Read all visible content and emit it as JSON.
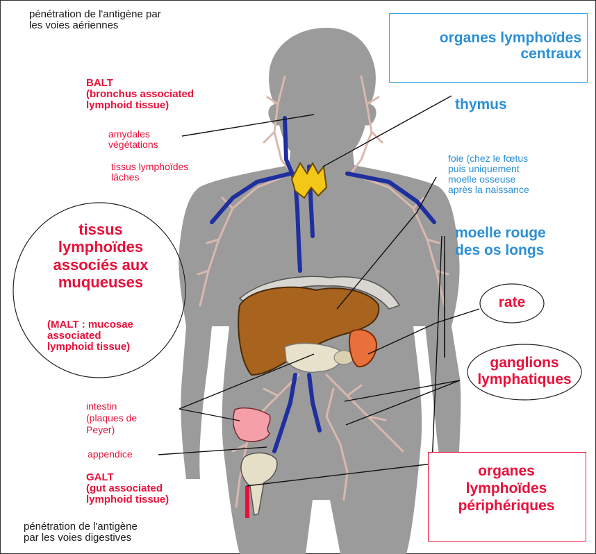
{
  "entry_airways": "pénétration de l'antigène par\nles voies aériennes",
  "entry_digestive": "pénétration de l'antigène\npar les voies digestives",
  "central_box": "organes lymphoïdes\ncentraux",
  "peripheral_box": "organes\nlymphoïdes\npériphériques",
  "balt": "BALT\n(bronchus associated\nlymphoid tissue)",
  "amygdales": "amydales\nvégétations",
  "loose_tissue": "tissus lymphoïdes\nlâches",
  "malt_title": "tissus\nlymphoïdes\nassociés aux\nmuqueuses",
  "malt_sub": "(MALT : mucosae\nassociated\nlymphoid tissue)",
  "intestin": "intestin\n(plaques de\nPeyer)",
  "appendice": "appendice",
  "galt": "GALT\n(gut associated\nlymphoid tissue)",
  "thymus": "thymus",
  "liver": "foie (chez le fœtus\npuis uniquement\nmoelle osseuse\naprès la naissance",
  "marrow": "moelle rouge\ndes os longs",
  "rate": "rate",
  "ganglions": "ganglions\nlymphatiques",
  "colors": {
    "red": "#e8103a",
    "blue": "#2a8fd6",
    "body": "#9a9a9a",
    "vessel": "#1f2f9e",
    "liver": "#a8641e"
  }
}
